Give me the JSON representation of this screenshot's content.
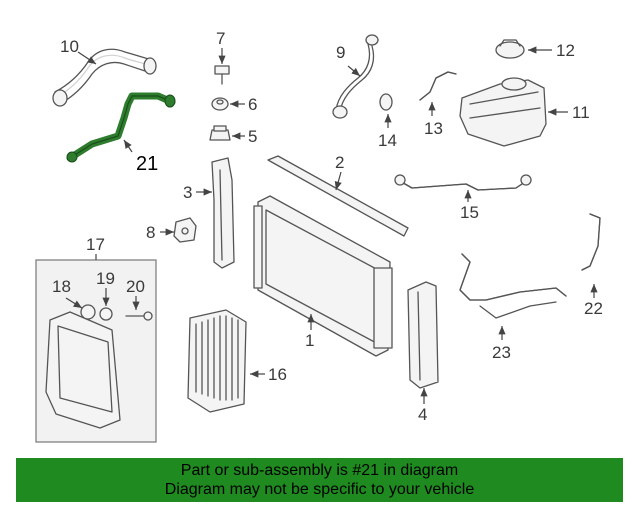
{
  "callouts": {
    "c1": "1",
    "c2": "2",
    "c3": "3",
    "c4": "4",
    "c5": "5",
    "c6": "6",
    "c7": "7",
    "c8": "8",
    "c9": "9",
    "c10": "10",
    "c11": "11",
    "c12": "12",
    "c13": "13",
    "c14": "14",
    "c15": "15",
    "c16": "16",
    "c17": "17",
    "c18": "18",
    "c19": "19",
    "c20": "20",
    "c21": "21",
    "c22": "22",
    "c23": "23"
  },
  "highlight": {
    "part_number": "21",
    "color": "#2e7d2e"
  },
  "banner": {
    "line1": "Part or sub-assembly is #21 in diagram",
    "line2": "Diagram may not be specific to your vehicle",
    "background": "#1f8a1f"
  }
}
